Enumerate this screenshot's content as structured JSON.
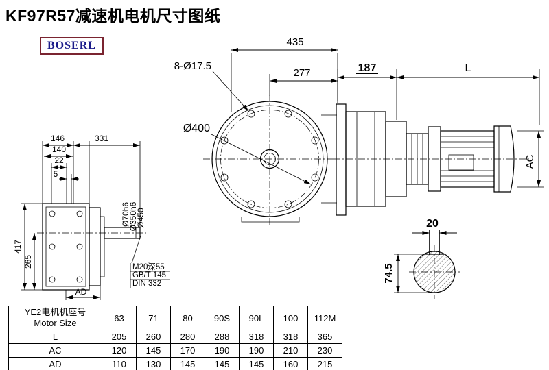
{
  "page": {
    "title": "KF97R57减速机电机尺寸图纸",
    "logo_text": "BOSERL"
  },
  "colors": {
    "logo_text": "#1b1b8a",
    "logo_border": "#7a2430",
    "line": "#000000",
    "background": "#ffffff"
  },
  "front_view": {
    "dim_total_width": "435",
    "bolt_holes_label": "8-Ø17.5",
    "dim_center_to_face": "277",
    "bolt_circle_label": "Ø400"
  },
  "motor_view": {
    "dim_gear_unit_length": "187",
    "dim_motor_length": "L",
    "dim_motor_height": "AC"
  },
  "shaft_section": {
    "dim_key_width": "20",
    "dim_key_height": "74.5"
  },
  "side_view": {
    "dim_146": "146",
    "dim_331": "331",
    "dim_140": "140",
    "dim_22": "22",
    "dim_5": "5",
    "dim_417": "417",
    "dim_265": "265",
    "dim_AD": "AD",
    "label_shaft_dia": "Ø70h6",
    "label_spigot_dia": "Ø350h6",
    "label_flange_dia": "Ø450",
    "note_tap": "M20深55",
    "note_gb": "GB/T 145",
    "note_din": "DIN 332"
  },
  "table": {
    "header_cn": "YE2电机机座号",
    "header_en": "Motor Size",
    "sizes": [
      "63",
      "71",
      "80",
      "90S",
      "90L",
      "100",
      "112M"
    ],
    "rows": [
      {
        "label": "L",
        "values": [
          "205",
          "260",
          "280",
          "288",
          "318",
          "318",
          "365"
        ]
      },
      {
        "label": "AC",
        "values": [
          "120",
          "145",
          "170",
          "190",
          "190",
          "210",
          "230"
        ]
      },
      {
        "label": "AD",
        "values": [
          "110",
          "130",
          "145",
          "145",
          "145",
          "160",
          "215"
        ]
      }
    ]
  }
}
